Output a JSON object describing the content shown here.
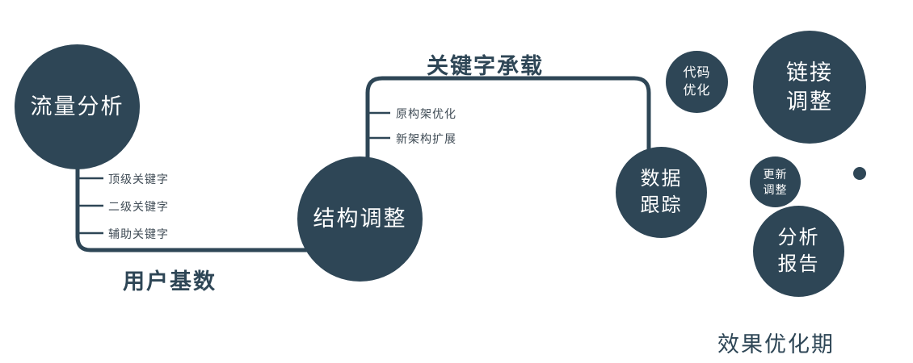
{
  "diagram": {
    "accent_color": "#2e4656",
    "background_color": "#ffffff",
    "nodes": {
      "traffic": "流量分析",
      "structure": "结构调整",
      "tracking": "数据跟踪",
      "code": "代码优化",
      "link": "链接调整",
      "update": "更新调整",
      "report": "分析报告"
    },
    "edges": {
      "user_base": "用户基数",
      "keyword_carry": "关键字承载"
    },
    "keywords": [
      "顶级关键字",
      "二级关键字",
      "辅助关键字"
    ],
    "architecture": [
      "原构架优化",
      "新架构扩展"
    ],
    "footer": "效果优化期"
  }
}
